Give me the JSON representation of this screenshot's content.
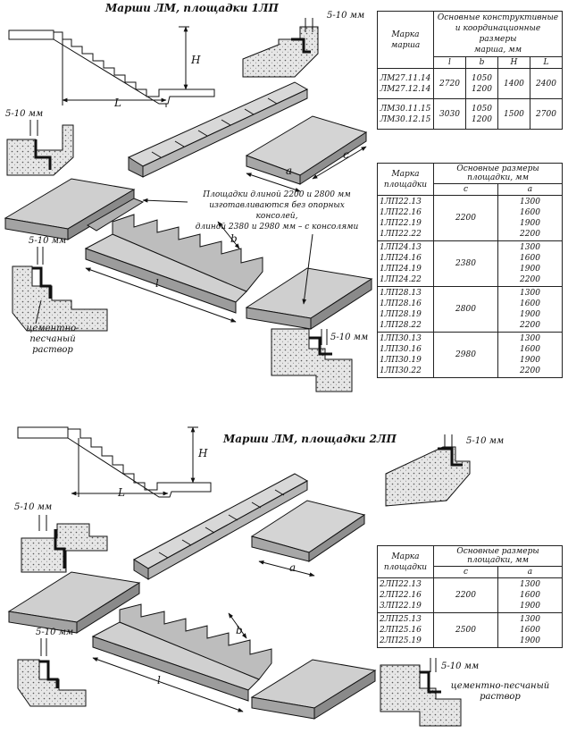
{
  "top": {
    "title": "Марши ЛМ, площадки 1ЛП",
    "gap_labels": [
      "5-10 мм",
      "5-10 мм",
      "5-10 мм",
      "5-10 мм"
    ],
    "dim_H": "H",
    "dim_L": "L",
    "dim_a": "a",
    "dim_c": "c",
    "dim_b": "b",
    "dim_l": "l",
    "note": "Площадки длиной 2200 и 2800 мм\nизготавливаются без опорных консолей,\nдлиной 2380 и 2980 мм – с консолями",
    "mortar": "цементно-песчаный\nраствор",
    "march_table": {
      "col1": "Марка\nмарша",
      "group": "Основные конструктивные\nи координационные размеры\nмарша, мм",
      "sub": [
        "l",
        "b",
        "H",
        "L"
      ],
      "rows": [
        {
          "marks": "ЛМ27.11.14\nЛМ27.12.14",
          "l": "2720",
          "b": "1050\n1200",
          "H": "1400",
          "L": "2400"
        },
        {
          "marks": "ЛМ30.11.15\nЛМ30.12.15",
          "l": "3030",
          "b": "1050\n1200",
          "H": "1500",
          "L": "2700"
        }
      ]
    },
    "landing_table": {
      "col1": "Марка\nплощадки",
      "group": "Основные размеры площадки, мм",
      "sub": [
        "c",
        "a"
      ],
      "rows": [
        {
          "marks": "1ЛП22.13\n1ЛП22.16\n1ЛП22.19\n1ЛП22.22",
          "c": "2200",
          "a": "1300\n1600\n1900\n2200"
        },
        {
          "marks": "1ЛП24.13\n1ЛП24.16\n1ЛП24.19\n1ЛП24.22",
          "c": "2380",
          "a": "1300\n1600\n1900\n2200"
        },
        {
          "marks": "1ЛП28.13\n1ЛП28.16\n1ЛП28.19\n1ЛП28.22",
          "c": "2800",
          "a": "1300\n1600\n1900\n2200"
        },
        {
          "marks": "1ЛП30.13\n1ЛП30.16\n1ЛП30.19\n1ЛП30.22",
          "c": "2980",
          "a": "1300\n1600\n1900\n2200"
        }
      ]
    }
  },
  "bottom": {
    "title": "Марши ЛМ, площадки 2ЛП",
    "gap_labels": [
      "5-10 мм",
      "5-10 мм",
      "5-10 мм",
      "5-10 мм"
    ],
    "dim_H": "H",
    "dim_L": "L",
    "dim_a": "a",
    "dim_b": "b",
    "dim_l": "l",
    "mortar": "цементно-песчаный\nраствор",
    "landing_table": {
      "col1": "Марка\nплощадки",
      "group": "Основные размеры площадки, мм",
      "sub": [
        "c",
        "a"
      ],
      "rows": [
        {
          "marks": "2ЛП22.13\n2ЛП22.16\n3ЛП22.19",
          "c": "2200",
          "a": "1300\n1600\n1900"
        },
        {
          "marks": "2ЛП25.13\n2ЛП25.16\n2ЛП25.19",
          "c": "2500",
          "a": "1300\n1600\n1900"
        }
      ]
    }
  },
  "colors": {
    "ink": "#111111",
    "concrete": "#cfcfcf",
    "shade": "#a9a9a9",
    "dark": "#7a7a7a"
  }
}
